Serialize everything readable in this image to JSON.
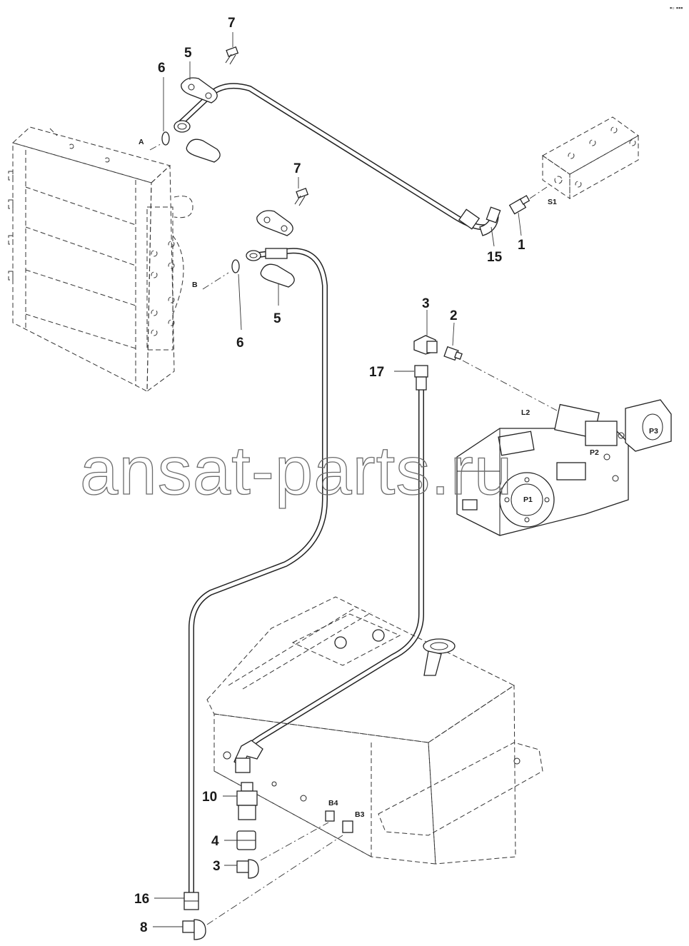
{
  "corner_mark": "▪▫ ▪▪▪",
  "watermark": "ansat-parts.ru",
  "callouts": {
    "c7a": "7",
    "c5a": "5",
    "c6a": "6",
    "c7b": "7",
    "c5b": "5",
    "c6b": "6",
    "c15": "15",
    "c1": "1",
    "c3a": "3",
    "c2": "2",
    "c17": "17",
    "c10": "10",
    "c4": "4",
    "c3b": "3",
    "c16": "16",
    "c8": "8"
  },
  "ports": {
    "A": "A",
    "B": "B",
    "S1": "S1",
    "L2": "L2",
    "P1": "P1",
    "P2": "P2",
    "P3": "P3",
    "B4": "B4",
    "B3": "B3"
  }
}
